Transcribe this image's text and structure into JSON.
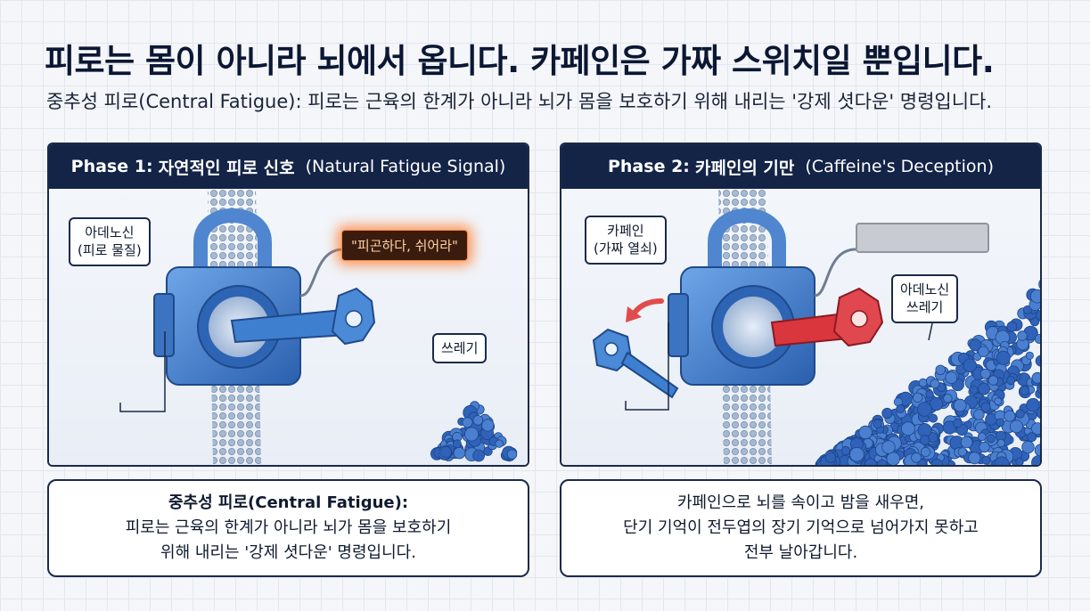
{
  "header": {
    "title": "피로는 몸이 아니라 뇌에서 옵니다. 카페인은 가짜 스위치일 뿐입니다.",
    "subtitle": "중추성 피로(Central Fatigue): 피로는 근육의 한계가 아니라 뇌가 몸을 보호하기 위해 내리는 '강제 셧다운' 명령입니다."
  },
  "phase1": {
    "prefix": "Phase 1:",
    "title_ko": "자연적인 피로 신호",
    "title_en": "(Natural Fatigue Signal)",
    "key_label_line1": "아데노신",
    "key_label_line2": "(피로 물질)",
    "signal_text": "\"피곤하다, 쉬어라\"",
    "waste_label": "쓰레기",
    "caption": {
      "line1": "중추성 피로(Central Fatigue):",
      "line2": "피로는 근육의 한계가 아니라 뇌가 몸을 보호하기",
      "line3": "위해 내리는 '강제 셧다운' 명령입니다."
    }
  },
  "phase2": {
    "prefix": "Phase 2:",
    "title_ko": "카페인의 기만",
    "title_en": "(Caffeine's Deception)",
    "key_label_line1": "카페인",
    "key_label_line2": "(가짜 열쇠)",
    "waste_label_line1": "아데노신",
    "waste_label_line2": "쓰레기",
    "caption": {
      "line1": "카페인으로 뇌를 속이고 밤을 새우면,",
      "line2": "단기 기억이 전두엽의 장기 기억으로 넘어가지 못하고",
      "line3": "전부 날아갑니다."
    }
  },
  "colors": {
    "navy": "#132447",
    "lock_blue": "#3f7fd0",
    "key_red": "#d9363e",
    "glow_orange": "#ff8a3a",
    "molecule_blue": "#2f62b8"
  },
  "icons": [
    "padlock-icon",
    "key-icon",
    "red-key-icon",
    "molecule-cluster-icon",
    "membrane-icon",
    "arrow-icon"
  ]
}
